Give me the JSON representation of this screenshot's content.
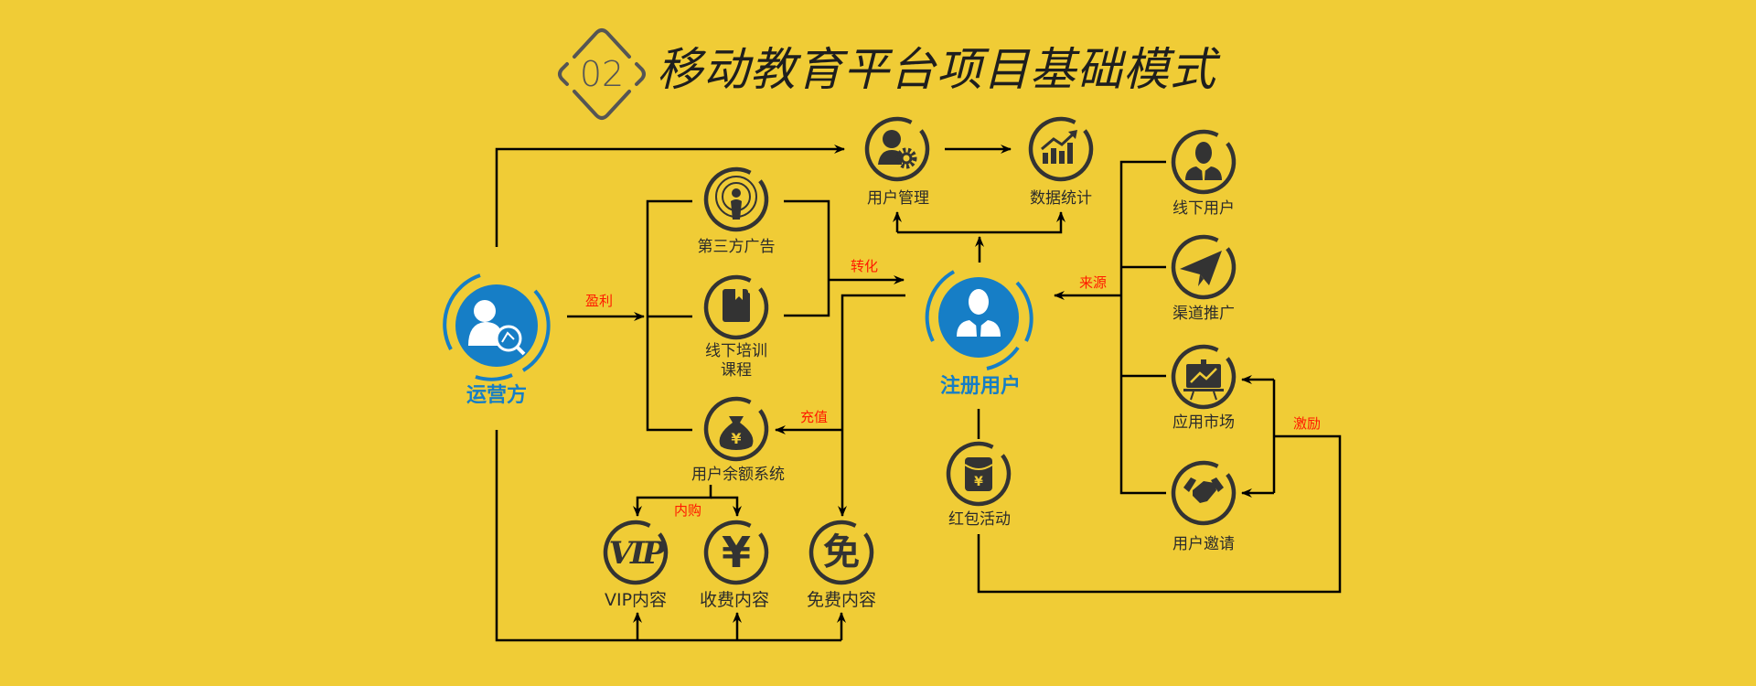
{
  "header": {
    "badge_number": "02",
    "title": "移动教育平台项目基础模式"
  },
  "nodes": {
    "operator": {
      "label": "运营方",
      "icon": "operator-analytics-icon"
    },
    "registered_user": {
      "label": "注册用户",
      "icon": "businessman-icon"
    },
    "third_party_ads": {
      "label": "第三方广告",
      "icon": "podcast-broadcast-icon"
    },
    "offline_training": {
      "label_line1": "线下培训",
      "label_line2": "课程",
      "icon": "book-icon"
    },
    "balance_system": {
      "label": "用户余额系统",
      "icon": "money-bag-icon"
    },
    "vip_content": {
      "label": "VIP内容",
      "icon": "vip-icon",
      "glyph": "VIP"
    },
    "paid_content": {
      "label": "收费内容",
      "icon": "yen-icon",
      "glyph": "¥"
    },
    "free_content": {
      "label": "免费内容",
      "icon": "free-icon",
      "glyph": "免"
    },
    "user_management": {
      "label": "用户管理",
      "icon": "user-gear-icon"
    },
    "data_statistics": {
      "label": "数据统计",
      "icon": "bar-chart-trend-icon"
    },
    "red_packet": {
      "label": "红包活动",
      "icon": "red-envelope-icon"
    },
    "offline_users": {
      "label": "线下用户",
      "icon": "businessman-icon"
    },
    "channel_promotion": {
      "label": "渠道推广",
      "icon": "paper-plane-icon"
    },
    "app_market": {
      "label": "应用市场",
      "icon": "presentation-board-icon"
    },
    "user_invite": {
      "label": "用户邀请",
      "icon": "handshake-icon"
    }
  },
  "edge_labels": {
    "profit": "盈利",
    "conversion": "转化",
    "recharge": "充值",
    "in_app_purchase": "内购",
    "source": "来源",
    "incentive": "激励"
  },
  "colors": {
    "background": "#f0cc36",
    "accent_blue": "#167ec6",
    "icon_dark": "#333333",
    "edge_label_red": "#ff1a00"
  }
}
